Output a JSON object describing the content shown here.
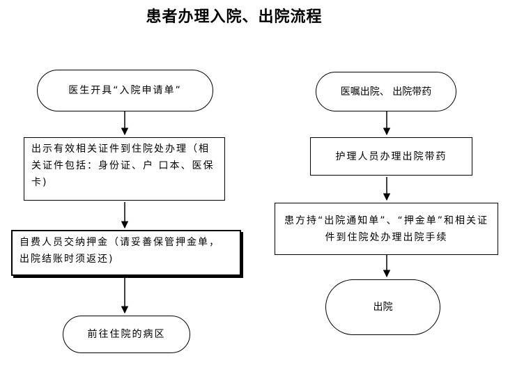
{
  "title": "患者办理入院、出院流程",
  "admission": {
    "step1": "医生开具“入院申请单”",
    "step2": "出示有效相关证件到住院处办理（相关证件包括：身份证、户 口本、医保卡)",
    "step3": "自费人员交纳押金（请妥善保管押金单， 出院结账时须返还)",
    "step4": "前往住院的病区"
  },
  "discharge": {
    "step1": "医嘱出院、 出院带药",
    "step2": "护理人员办理出院带药",
    "step3": "患方持“出院通知单”、“押金单”和相关证件到住院处办理出院手续",
    "step4": "出院"
  }
}
